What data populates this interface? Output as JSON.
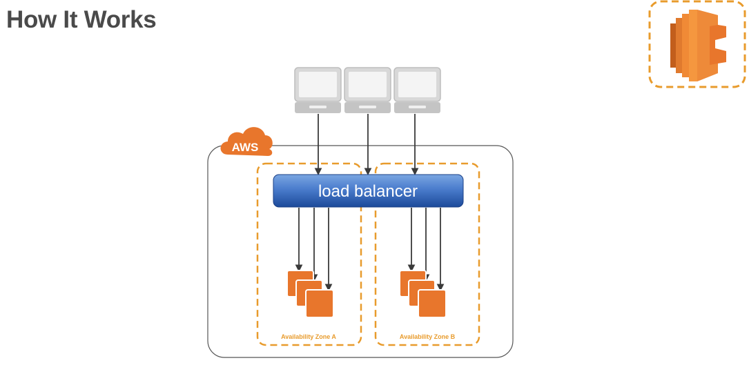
{
  "page": {
    "title": "How It Works"
  },
  "diagram": {
    "cloud_label": "AWS",
    "load_balancer_label": "load balancer",
    "zones": [
      {
        "label": "Availability Zone A"
      },
      {
        "label": "Availability Zone B"
      }
    ],
    "clients": [
      {
        "icon": "laptop-icon"
      },
      {
        "icon": "laptop-icon"
      },
      {
        "icon": "laptop-icon"
      }
    ],
    "instance_groups": [
      {
        "icon": "ec2-instances-icon"
      },
      {
        "icon": "ec2-instances-icon"
      }
    ]
  },
  "logo": {
    "icon": "elastic-load-balancing-icon"
  },
  "colors": {
    "title": "#4a4a4a",
    "aws_orange": "#e8762c",
    "zone_border": "#e89b2c",
    "load_balancer_top": "#6b98d8",
    "load_balancer_bottom": "#1f4fa0",
    "arrow": "#3a3a3a",
    "laptop_gray": "#c8c8c8"
  }
}
